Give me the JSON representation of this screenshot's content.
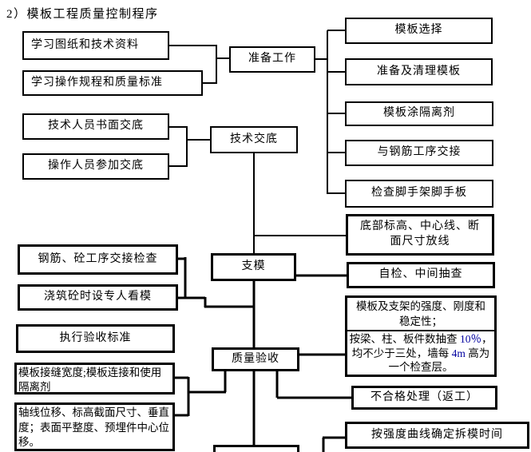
{
  "title": "2）模板工程质量控制程序",
  "colors": {
    "background": "#ffffff",
    "line": "#000000",
    "text": "#000000",
    "highlight_number": "#0000a0"
  },
  "nodes": {
    "study_materials": "学习图纸和技术资料",
    "study_rules": "学习操作规程和质量标准",
    "prepare": "准备工作",
    "formwork_select": "模板选择",
    "formwork_clean": "准备及清理模板",
    "release_agent": "模板涂隔离剂",
    "rebar_handover": "与钢筋工序交接",
    "scaffold_check": "检查脚手架脚手板",
    "tech_written": "技术人员书面交底",
    "op_attend": "操作人员参加交底",
    "tech_brief": "技术交底",
    "elevation_lines": [
      "底部标高、中心线、断",
      "面尺寸放线"
    ],
    "support": "支模",
    "self_check": "自检、中间抽查",
    "rebar_concrete_check": "钢筋、砼工序交接检查",
    "watch_form": "浇筑砼时设专人看模",
    "acceptance_standard": "执行验收标准",
    "quality_accept": "质量验收",
    "strength_lines": [
      "模板及支架的强度、刚度和",
      "稳定性；"
    ],
    "sampling": {
      "l1a": "按梁、柱、板件数抽查 ",
      "l1b": "10％",
      "l1c": "，",
      "l2a": "均不少于三处，墙每 ",
      "l2b": "4m",
      "l2c": " 高为",
      "l3": "一个检查层。"
    },
    "rework": "不合格处理（返工）",
    "seam_lines": [
      "模板接缝宽度;模板连接和使用",
      "隔离剂"
    ],
    "axis_lines": [
      "轴线位移、标高截面尺寸、垂直",
      "度；表面平整度、预埋件中心位",
      "移。"
    ],
    "strength_curve": "按强度曲线确定拆模时间"
  }
}
